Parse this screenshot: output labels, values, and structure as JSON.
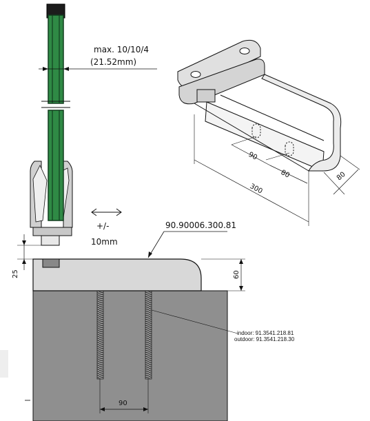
{
  "glass_thickness": {
    "line1": "max. 10/10/4",
    "line2": "(21.52mm)"
  },
  "adjustment": {
    "symbol": "+/-",
    "value": "10mm"
  },
  "base_part_number": "90.90006.300.81",
  "anchor_rods": {
    "indoor": "indoor: 91.3541.218.81",
    "outdoor": "outdoor: 91.3541.218.30"
  },
  "dimensions": {
    "height_25": "25",
    "height_60": "60",
    "rod_spacing": "90",
    "iso_90": "90",
    "iso_80a": "80",
    "iso_80b": "80",
    "iso_300": "300"
  },
  "colors": {
    "glass_green": "#2f8a45",
    "glass_dark": "#123d1f",
    "concrete": "#8f8f8f",
    "metal": "#d8d8d8"
  }
}
